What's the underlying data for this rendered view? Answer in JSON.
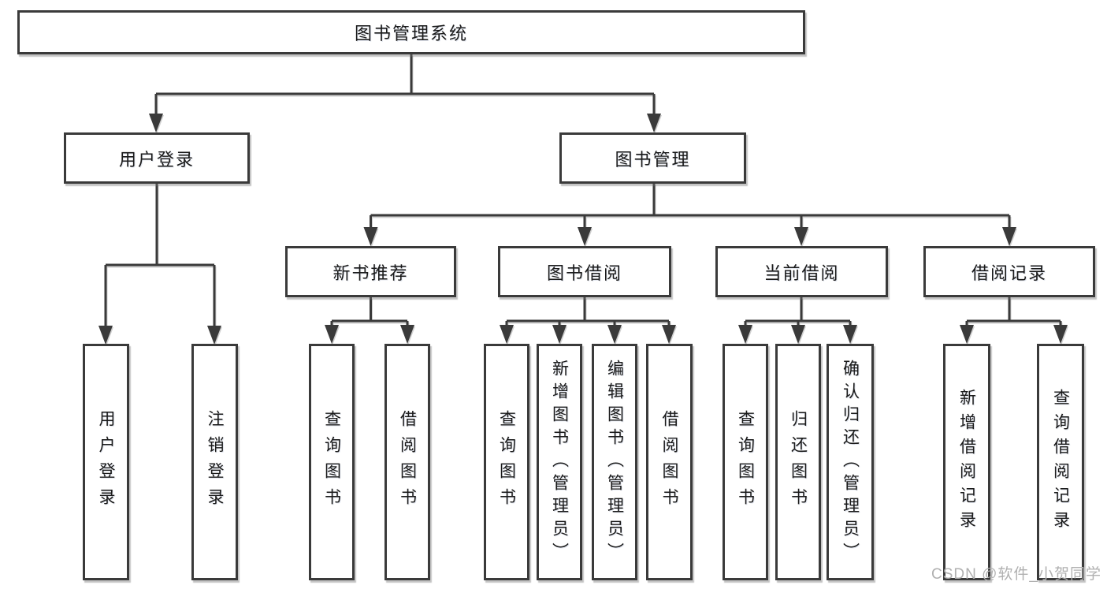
{
  "colors": {
    "line": "#3a3a3a",
    "box_border": "#3a3a3a",
    "text": "#1a1a1a",
    "watermark": "#b0b0b0",
    "background": "#ffffff"
  },
  "watermark": {
    "text": "CSDN @软件_小贺同学"
  },
  "nodes": {
    "root": {
      "label": "图书管理系统"
    },
    "user_login": {
      "label": "用户登录"
    },
    "book_mgmt": {
      "label": "图书管理"
    },
    "new_book_rec": {
      "label": "新书推荐"
    },
    "book_borrow": {
      "label": "图书借阅"
    },
    "current_borrow": {
      "label": "当前借阅"
    },
    "borrow_records": {
      "label": "借阅记录"
    },
    "login": {
      "label": "用户登录"
    },
    "logout": {
      "label": "注销登录"
    },
    "nb_query_books": {
      "label": "查询图书"
    },
    "nb_borrow_books": {
      "label": "借阅图书"
    },
    "bb_query_books": {
      "label": "查询图书"
    },
    "bb_add_books": {
      "label": "新增图书（管理员）"
    },
    "bb_edit_books": {
      "label": "编辑图书（管理员）"
    },
    "bb_borrow_books": {
      "label": "借阅图书"
    },
    "cb_query_books": {
      "label": "查询图书"
    },
    "cb_return_books": {
      "label": "归还图书"
    },
    "cb_confirm_return": {
      "label": "确认归还（管理员）"
    },
    "br_add_record": {
      "label": "新增借阅记录"
    },
    "br_query_record": {
      "label": "查询借阅记录"
    }
  }
}
